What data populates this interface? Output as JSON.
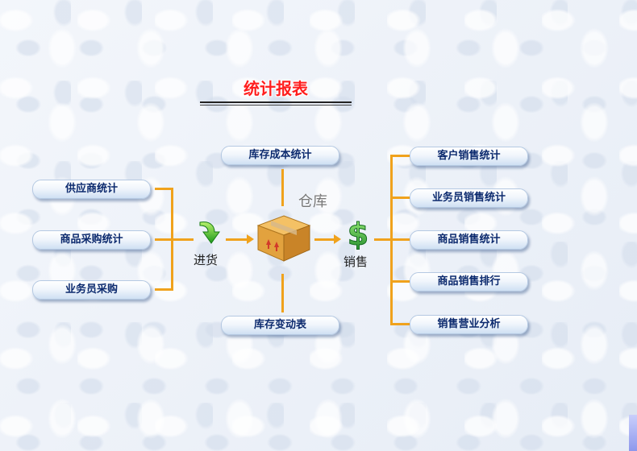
{
  "title": "统计报表",
  "left_items": [
    "供应商统计",
    "商品采购统计",
    "业务员采购"
  ],
  "inbound_label": "进货",
  "warehouse": {
    "label": "仓库",
    "top_item": "库存成本统计",
    "bottom_item": "库存变动表"
  },
  "sales_label": "销售",
  "right_items": [
    "客户销售统计",
    "业务员销售统计",
    "商品销售统计",
    "商品销售排行",
    "销售营业分析"
  ],
  "colors": {
    "title": "#ff1e1e",
    "connector": "#f0a21c",
    "pill_text": "#0c2a6e"
  },
  "icons": {
    "inbound": "green-down-arrow-icon",
    "warehouse": "cardboard-box-icon",
    "sales": "dollar-icon"
  }
}
